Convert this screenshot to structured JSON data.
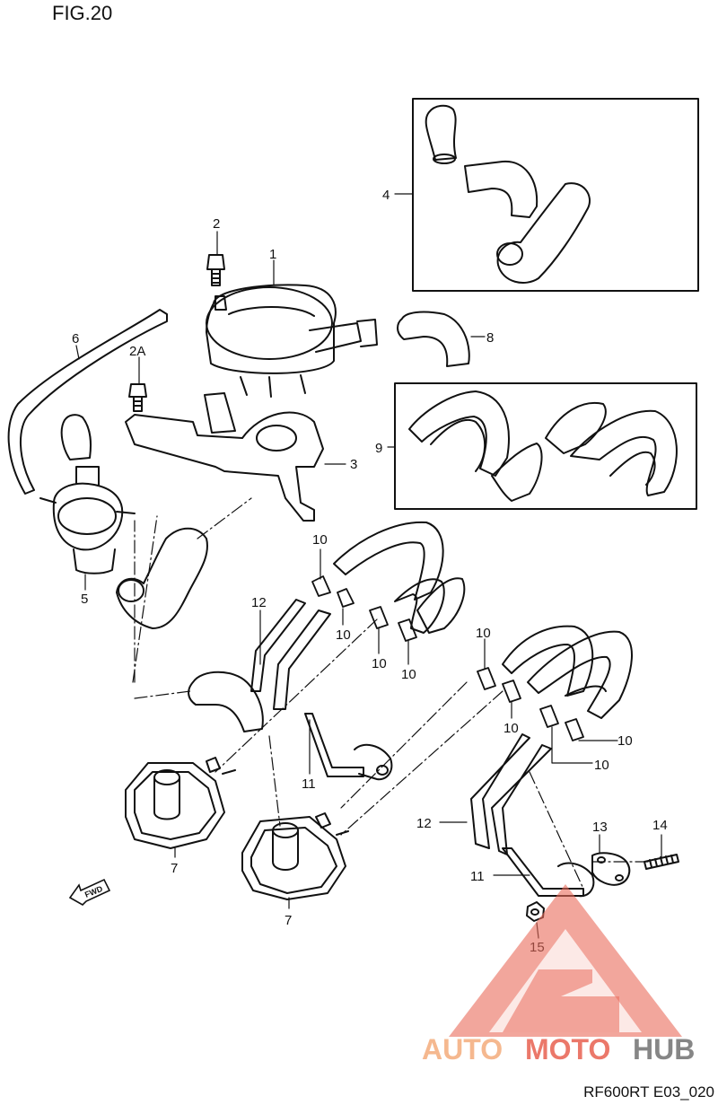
{
  "figure": {
    "title": "FIG.20",
    "code": "RF600RT E03_020"
  },
  "callouts": {
    "c1": "1",
    "c2": "2",
    "c2a": "2A",
    "c3": "3",
    "c4": "4",
    "c5": "5",
    "c6": "6",
    "c7a": "7",
    "c7b": "7",
    "c8": "8",
    "c9": "9",
    "c10": "10",
    "c11a": "11",
    "c11b": "11",
    "c12a": "12",
    "c12b": "12",
    "c13": "13",
    "c14": "14",
    "c15": "15"
  },
  "direction_badge": "FWD",
  "watermark": {
    "auto": "AUTO",
    "moto": "MOTO",
    "hub": "HUB",
    "colors": {
      "primary": "#e96a5a",
      "accent": "#f5b183",
      "hub": "#7a7a7a"
    }
  }
}
